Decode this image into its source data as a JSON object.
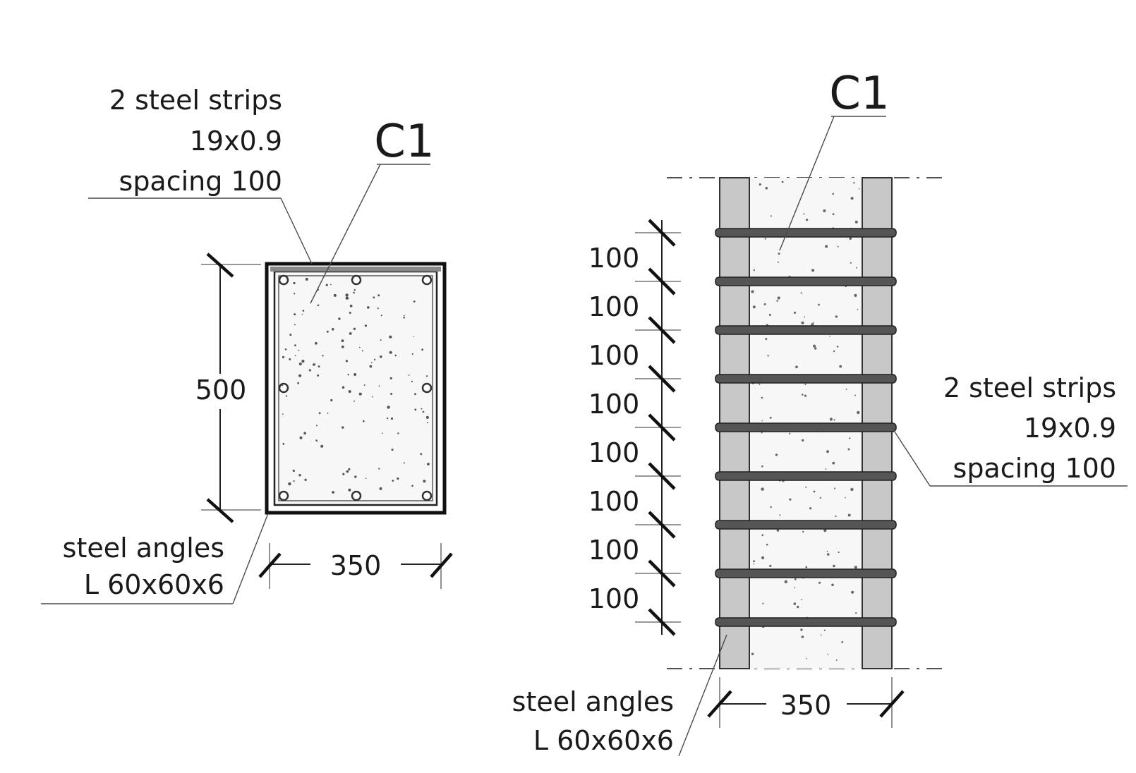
{
  "cross_section": {
    "c1_tag": "C1",
    "strips_label": {
      "line1": "2 steel strips",
      "line2": "19x0.9",
      "line3": "spacing 100"
    },
    "angles_label": {
      "line1": "steel angles",
      "line2": "L 60x60x6"
    },
    "height_dim": "500",
    "width_dim": "350"
  },
  "elevation": {
    "c1_tag": "C1",
    "strips_label": {
      "line1": "2 steel strips",
      "line2": "19x0.9",
      "line3": "spacing 100"
    },
    "angles_label": {
      "line1": "steel angles",
      "line2": "L 60x60x6"
    },
    "spacing_dims": [
      "100",
      "100",
      "100",
      "100",
      "100",
      "100",
      "100",
      "100"
    ],
    "width_dim": "350"
  },
  "colors": {
    "ink": "#1a1a1a",
    "steel_angle": "#c8c8c8",
    "strip": "#555555",
    "concrete": "#f6f6f6"
  }
}
